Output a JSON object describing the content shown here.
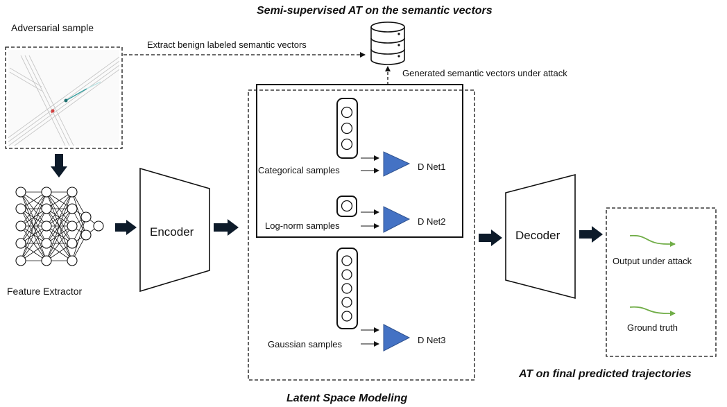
{
  "titles": {
    "semi_supervised": "Semi-supervised AT on the semantic vectors",
    "latent_space": "Latent Space Modeling",
    "final_trajectories": "AT on final predicted trajectories"
  },
  "labels": {
    "adversarial_sample": "Adversarial sample",
    "extract_vectors": "Extract benign labeled semantic vectors",
    "generated_vectors": "Generated semantic vectors under attack",
    "feature_extractor": "Feature Extractor",
    "encoder": "Encoder",
    "decoder": "Decoder",
    "output_under_attack": "Output under attack",
    "ground_truth": "Ground truth"
  },
  "samples": [
    {
      "label": "Categorical samples",
      "net": "D Net1"
    },
    {
      "label": "Log-norm samples",
      "net": "D Net2"
    },
    {
      "label": "Gaussian samples",
      "net": "D Net3"
    }
  ],
  "colors": {
    "discriminator": "#4472c4",
    "trajectory": "#70ad47",
    "arrow_fill": "#0d1b2a"
  },
  "icons": [
    "database-icon",
    "neural-network-icon",
    "map-thumbnail"
  ]
}
